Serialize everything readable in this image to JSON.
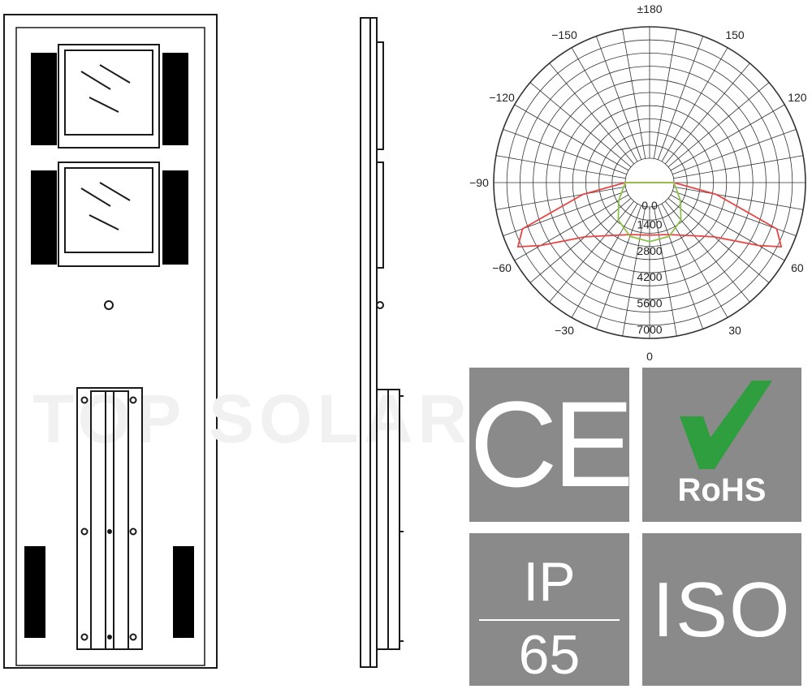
{
  "watermark": "TOP SOLAR",
  "polar": {
    "angle_labels": [
      {
        "text": "±180",
        "angle": 180
      },
      {
        "text": "−150",
        "angle": -150
      },
      {
        "text": "150",
        "angle": 150
      },
      {
        "text": "−120",
        "angle": -120
      },
      {
        "text": "120",
        "angle": 120
      },
      {
        "text": "−90",
        "angle": -90
      },
      {
        "text": "−60",
        "angle": -60
      },
      {
        "text": "60",
        "angle": 60
      },
      {
        "text": "−30",
        "angle": -30
      },
      {
        "text": "30",
        "angle": 30
      },
      {
        "text": "0",
        "angle": 0
      }
    ],
    "radial_labels": [
      "0.0",
      "1400",
      "2800",
      "4200",
      "5600",
      "7000"
    ],
    "rmax": 7000
  },
  "chart_data": {
    "type": "line",
    "radial_ticks": [
      0,
      1400,
      2800,
      4200,
      5600,
      7000
    ],
    "rlim": [
      0,
      7000
    ],
    "series": [
      {
        "color": "#e84545",
        "points": [
          [
            -90,
            0
          ],
          [
            -80,
            2300
          ],
          [
            -70,
            5900
          ],
          [
            -64,
            6500
          ],
          [
            -60,
            5400
          ],
          [
            -50,
            3200
          ],
          [
            -40,
            2400
          ],
          [
            -20,
            1650
          ],
          [
            0,
            1500
          ],
          [
            20,
            1650
          ],
          [
            40,
            2400
          ],
          [
            50,
            3200
          ],
          [
            60,
            5400
          ],
          [
            64,
            6500
          ],
          [
            70,
            5900
          ],
          [
            80,
            2300
          ],
          [
            90,
            0
          ]
        ]
      },
      {
        "color": "#8bc34a",
        "points": [
          [
            -90,
            0
          ],
          [
            -60,
            600
          ],
          [
            -40,
            1300
          ],
          [
            -20,
            1750
          ],
          [
            0,
            1850
          ],
          [
            20,
            1750
          ],
          [
            40,
            1300
          ],
          [
            60,
            600
          ],
          [
            90,
            0
          ]
        ]
      }
    ]
  },
  "certifications": {
    "ce": {
      "text": "CE"
    },
    "rohs": {
      "text": "RoHS",
      "check_color": "#2e9e3e"
    },
    "ip": {
      "top": "IP",
      "bottom": "65"
    },
    "iso": {
      "text": "ISO"
    }
  },
  "colors": {
    "badge_bg": "#8a8a8a",
    "line": "#1a1a1a"
  }
}
